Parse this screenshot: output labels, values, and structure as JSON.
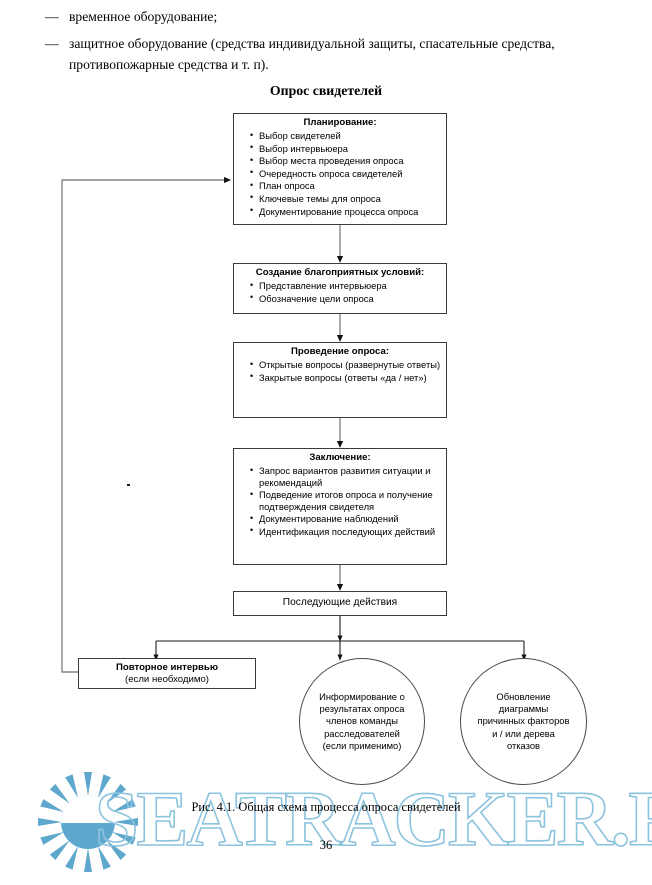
{
  "document": {
    "body_bullets": [
      {
        "dash": "—",
        "text": "временное оборудование;"
      },
      {
        "dash": "—",
        "text": "защитное оборудование (средства индивидуальной защиты, спасательные средства, противопожарные средства и т. п)."
      }
    ],
    "figure_heading": "Опрос свидетелей",
    "figure_caption": "Рис. 4.1. Общая схема процесса опроса свидетелей",
    "page_number": "36"
  },
  "watermark": {
    "text": "SEATRACKER.RU",
    "logo": "sun-icon",
    "color": "#8cc3de"
  },
  "chart_data": {
    "type": "diagram",
    "title": "Опрос свидетелей",
    "nodes": [
      {
        "id": "planning",
        "shape": "rect",
        "title": "Планирование:",
        "items": [
          "Выбор свидетелей",
          "Выбор интервьюера",
          "Выбор места проведения опроса",
          "Очередность опроса свидетелей",
          "План опроса",
          "Ключевые темы для опроса",
          "Документирование процесса опроса"
        ]
      },
      {
        "id": "conditions",
        "shape": "rect",
        "title": "Создание благоприятных условий:",
        "items": [
          "Представление интервьюера",
          "Обозначение цели опроса"
        ]
      },
      {
        "id": "interview",
        "shape": "rect",
        "title": "Проведение опроса:",
        "items": [
          "Открытые вопросы (развернутые ответы)",
          "Закрытые вопросы (ответы «да / нет»)"
        ]
      },
      {
        "id": "conclusion",
        "shape": "rect",
        "title": "Заключение:",
        "items": [
          "Запрос вариантов развития ситуации и рекомендаций",
          "Подведение итогов опроса и получение подтверждения свидетеля",
          "Документирование наблюдений",
          "Идентификация последующих действий"
        ]
      },
      {
        "id": "followup",
        "shape": "rect",
        "title": "Последующие действия",
        "items": []
      },
      {
        "id": "reinterview",
        "shape": "rect",
        "title": "Повторное интервью",
        "subtitle": "(если необходимо)",
        "items": []
      },
      {
        "id": "inform",
        "shape": "ellipse",
        "title": "Информирование о результатах опроса членов команды расследователей (если применимо)",
        "items": []
      },
      {
        "id": "update",
        "shape": "ellipse",
        "title": "Обновление диаграммы причинных факторов и / или дерева отказов",
        "items": []
      }
    ],
    "edges": [
      {
        "from": "planning",
        "to": "conditions"
      },
      {
        "from": "conditions",
        "to": "interview"
      },
      {
        "from": "interview",
        "to": "conclusion"
      },
      {
        "from": "conclusion",
        "to": "followup"
      },
      {
        "from": "followup",
        "to": "reinterview"
      },
      {
        "from": "followup",
        "to": "inform"
      },
      {
        "from": "followup",
        "to": "update"
      },
      {
        "from": "reinterview",
        "to": "planning",
        "type": "feedback-loop"
      }
    ]
  }
}
